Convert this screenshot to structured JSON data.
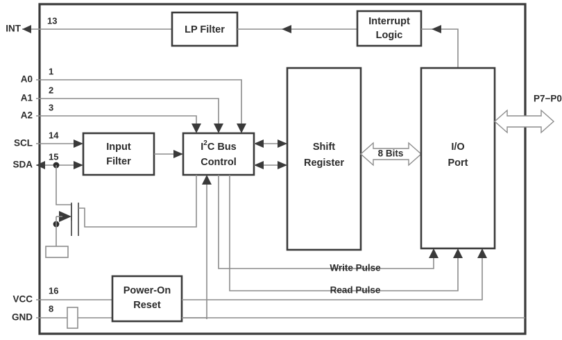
{
  "diagram": {
    "title": "I2C I/O Expander Functional Block Diagram",
    "colors": {
      "wire": "#8c8c8c",
      "border": "#3a3a3a",
      "text": "#2b2b2b",
      "background": "#ffffff"
    },
    "blocks": [
      {
        "id": "lp_filter",
        "label_line1": "LP Filter",
        "label_line2": ""
      },
      {
        "id": "interrupt_logic",
        "label_line1": "Interrupt",
        "label_line2": "Logic"
      },
      {
        "id": "input_filter",
        "label_line1": "Input",
        "label_line2": "Filter"
      },
      {
        "id": "i2c_bus_control",
        "label_line1": "I2C Bus",
        "label_line2": "Control"
      },
      {
        "id": "shift_register",
        "label_line1": "Shift",
        "label_line2": "Register"
      },
      {
        "id": "io_port",
        "label_line1": "I/O",
        "label_line2": "Port"
      },
      {
        "id": "power_on_reset",
        "label_line1": "Power-On",
        "label_line2": "Reset"
      }
    ],
    "i2c_label": {
      "pre": "I",
      "sup": "2",
      "post": "C Bus",
      "line2": "Control"
    },
    "pins": [
      {
        "name": "INT",
        "number": "13"
      },
      {
        "name": "A0",
        "number": "1"
      },
      {
        "name": "A1",
        "number": "2"
      },
      {
        "name": "A2",
        "number": "3"
      },
      {
        "name": "SCL",
        "number": "14"
      },
      {
        "name": "SDA",
        "number": "15"
      },
      {
        "name": "VCC",
        "number": "16"
      },
      {
        "name": "GND",
        "number": "8"
      }
    ],
    "signals": {
      "write_pulse": "Write Pulse",
      "read_pulse": "Read Pulse",
      "bus_width": "8 Bits",
      "port_bus": "P7−P0"
    }
  }
}
